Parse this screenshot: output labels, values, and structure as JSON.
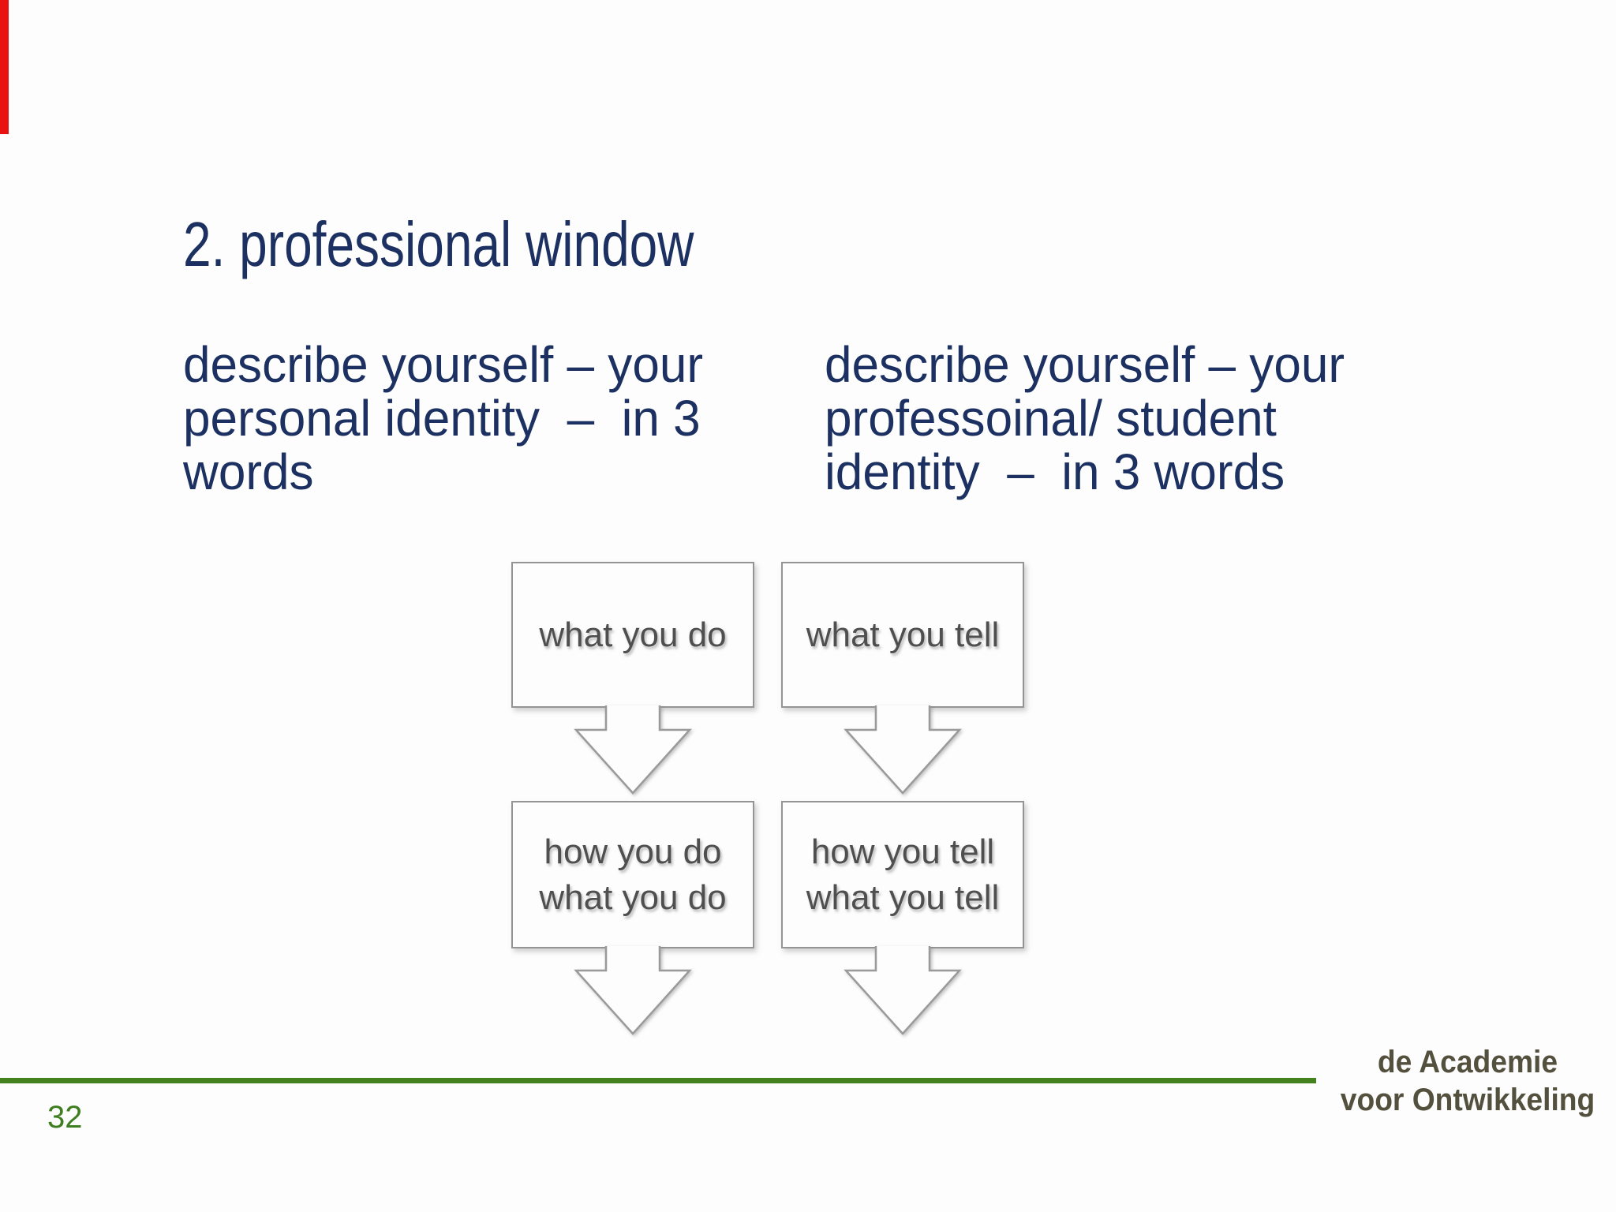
{
  "slide": {
    "background": "#fdfdfd",
    "red_bar_color": "#e81212",
    "title": "2. professional window",
    "title_color": "#1c3162"
  },
  "intro": {
    "left_lines": [
      "describe yourself – your",
      "personal identity  –  in 3",
      "words"
    ],
    "right_lines": [
      "describe yourself – your",
      "professoinal/ student",
      "identity  –  in 3 words"
    ]
  },
  "diagram": {
    "border_color": "#949494",
    "label_color": "#4f4f4f",
    "boxes": [
      {
        "name": "what-you-do",
        "lines": [
          "what you do"
        ]
      },
      {
        "name": "what-you-tell",
        "lines": [
          "what you tell"
        ]
      },
      {
        "name": "how-you-do-what-you-do",
        "lines": [
          "how you do",
          "what you do"
        ]
      },
      {
        "name": "how-you-tell-what-you-tell",
        "lines": [
          "how you tell",
          "what you tell"
        ]
      }
    ]
  },
  "footer": {
    "line_color": "#44811f",
    "page_number": "32",
    "page_number_color": "#3f7d21",
    "logo_lines": [
      "de Academie",
      "voor Ontwikkeling"
    ],
    "logo_color": "#54503e"
  }
}
